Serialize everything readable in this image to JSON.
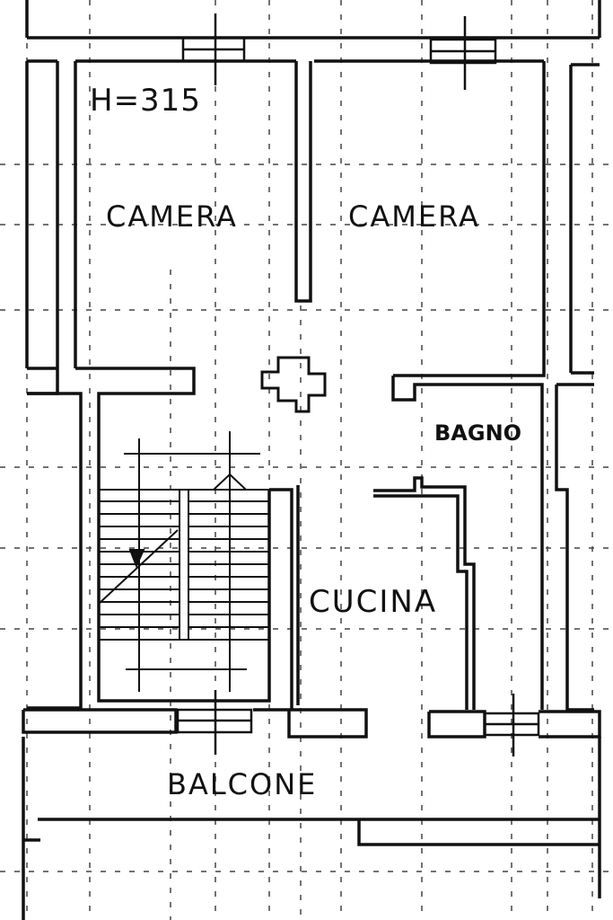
{
  "plan": {
    "height_note": "H=315",
    "rooms": {
      "camera_left": "CAMERA",
      "camera_right": "CAMERA",
      "bagno": "BAGNO",
      "cucina": "CUCINA",
      "balcone": "BALCONE"
    }
  },
  "colors": {
    "ink": "#111111",
    "paper": "#ffffff",
    "grid": "#444444"
  }
}
